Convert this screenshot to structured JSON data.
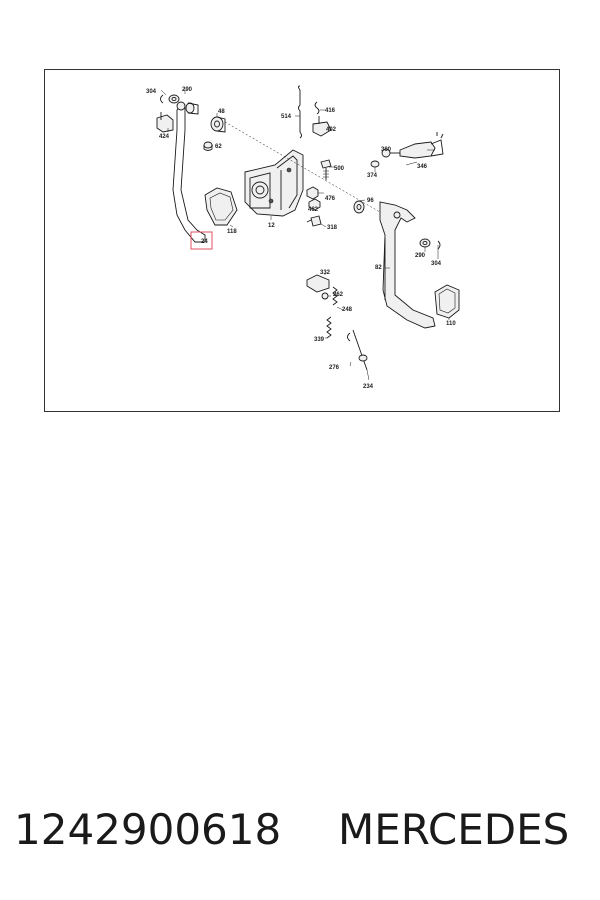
{
  "diagram": {
    "callouts": {
      "c304a": "304",
      "c290a": "290",
      "c48": "48",
      "c424": "424",
      "c62": "62",
      "c514": "514",
      "c416": "416",
      "c402": "402",
      "c380": "380",
      "c346": "346",
      "c374": "374",
      "c500": "500",
      "c476": "476",
      "c462": "462",
      "c96": "96",
      "c318": "318",
      "c118": "118",
      "c12": "12",
      "c24": "24",
      "c290b": "290",
      "c304b": "304",
      "c82": "82",
      "c110": "110",
      "c332": "332",
      "c262": "262",
      "c248": "248",
      "c339": "339",
      "c276": "276",
      "c234": "234"
    },
    "highlight_color": "#e05060"
  },
  "footer": {
    "part_number": "1242900618",
    "brand": "MERCEDES"
  }
}
